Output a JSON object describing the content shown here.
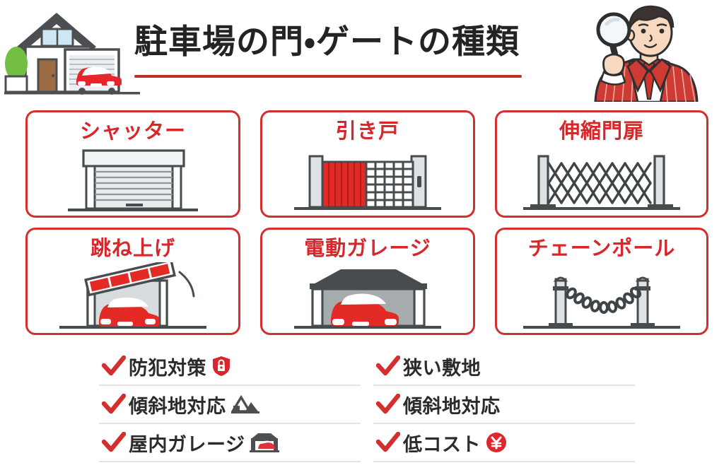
{
  "header": {
    "title": "駐車場の門・ゲートの種類",
    "house_illustration": "house-with-garage-illustration",
    "person_illustration": "businessman-with-magnifier-illustration",
    "accent_color": "#c32b2b",
    "title_color": "#232323"
  },
  "cards": [
    {
      "label": "シャッター",
      "art": "rolling-shutter-garage"
    },
    {
      "label": "引き戸",
      "art": "sliding-gate"
    },
    {
      "label": "伸縮門扉",
      "art": "accordion-lattice-gate"
    },
    {
      "label": "跳ね上げ",
      "art": "flip-up-door-with-car"
    },
    {
      "label": "電動ガレージ",
      "art": "electric-garage-with-car"
    },
    {
      "label": "チェーンポール",
      "art": "chain-pole"
    }
  ],
  "card_style": {
    "border_color": "#d32f2f",
    "title_color": "#d8262a"
  },
  "features": {
    "left": [
      {
        "label": "防犯対策",
        "icon": "shield-lock-icon"
      },
      {
        "label": "傾斜地対応",
        "icon": "house-on-hill-icon"
      },
      {
        "label": "屋内ガレージ",
        "icon": "indoor-garage-icon"
      }
    ],
    "right": [
      {
        "label": "狭い敷地",
        "icon": "none"
      },
      {
        "label": "傾斜地対応",
        "icon": "none"
      },
      {
        "label": "低コスト",
        "icon": "yen-coin-icon"
      }
    ],
    "check_color": "#d32f2f",
    "label_color": "#2b2b2b",
    "divider_color": "#e3e3e3"
  }
}
